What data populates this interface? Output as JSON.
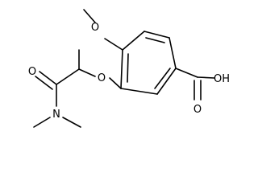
{
  "diagram": {
    "type": "skeletal-structure",
    "labels": {
      "methoxy_o": "O",
      "ether_o": "O",
      "carbonyl_o": "O",
      "amide_n": "N",
      "acid_o": "O",
      "acid_oh": "OH"
    },
    "colors": {
      "bond": "#000000",
      "text": "#000000",
      "background": "#ffffff"
    }
  }
}
